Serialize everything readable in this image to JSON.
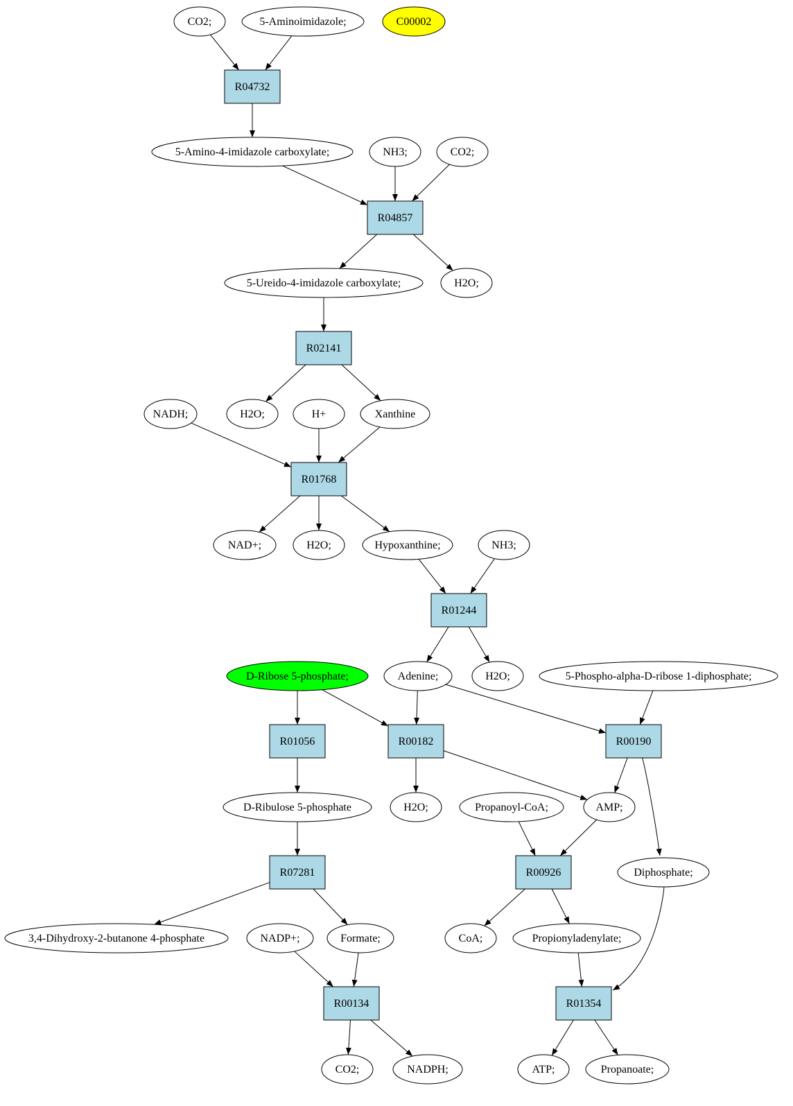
{
  "colors": {
    "reaction_fill": "#add8e6",
    "compound_fill": "#ffffff",
    "highlight_yellow": "#ffff00",
    "highlight_green": "#00ff00",
    "stroke": "#000000"
  },
  "nodes": [
    {
      "id": "co2_a",
      "type": "compound",
      "label": "CO2;"
    },
    {
      "id": "aminoimidazole",
      "type": "compound",
      "label": "5-Aminoimidazole;"
    },
    {
      "id": "c00002",
      "type": "compound",
      "label": "C00002",
      "highlight": "yellow"
    },
    {
      "id": "r04732",
      "type": "reaction",
      "label": "R04732"
    },
    {
      "id": "amino_carboxylate",
      "type": "compound",
      "label": "5-Amino-4-imidazole carboxylate;"
    },
    {
      "id": "nh3_a",
      "type": "compound",
      "label": "NH3;"
    },
    {
      "id": "co2_b",
      "type": "compound",
      "label": "CO2;"
    },
    {
      "id": "r04857",
      "type": "reaction",
      "label": "R04857"
    },
    {
      "id": "ureido_carboxylate",
      "type": "compound",
      "label": "5-Ureido-4-imidazole carboxylate;"
    },
    {
      "id": "h2o_a",
      "type": "compound",
      "label": "H2O;"
    },
    {
      "id": "r02141",
      "type": "reaction",
      "label": "R02141"
    },
    {
      "id": "nadh",
      "type": "compound",
      "label": "NADH;"
    },
    {
      "id": "h2o_b",
      "type": "compound",
      "label": "H2O;"
    },
    {
      "id": "hplus",
      "type": "compound",
      "label": "H+"
    },
    {
      "id": "xanthine",
      "type": "compound",
      "label": "Xanthine"
    },
    {
      "id": "r01768",
      "type": "reaction",
      "label": "R01768"
    },
    {
      "id": "nadplus",
      "type": "compound",
      "label": "NAD+;"
    },
    {
      "id": "h2o_c",
      "type": "compound",
      "label": "H2O;"
    },
    {
      "id": "hypoxanthine",
      "type": "compound",
      "label": "Hypoxanthine;"
    },
    {
      "id": "nh3_b",
      "type": "compound",
      "label": "NH3;"
    },
    {
      "id": "r01244",
      "type": "reaction",
      "label": "R01244"
    },
    {
      "id": "ribose5p",
      "type": "compound",
      "label": "D-Ribose 5-phosphate;",
      "highlight": "green"
    },
    {
      "id": "adenine",
      "type": "compound",
      "label": "Adenine;"
    },
    {
      "id": "h2o_d",
      "type": "compound",
      "label": "H2O;"
    },
    {
      "id": "prpp",
      "type": "compound",
      "label": "5-Phospho-alpha-D-ribose 1-diphosphate;"
    },
    {
      "id": "r01056",
      "type": "reaction",
      "label": "R01056"
    },
    {
      "id": "r00182",
      "type": "reaction",
      "label": "R00182"
    },
    {
      "id": "r00190",
      "type": "reaction",
      "label": "R00190"
    },
    {
      "id": "ribulose5p",
      "type": "compound",
      "label": "D-Ribulose 5-phosphate"
    },
    {
      "id": "h2o_e",
      "type": "compound",
      "label": "H2O;"
    },
    {
      "id": "propanoylcoa",
      "type": "compound",
      "label": "Propanoyl-CoA;"
    },
    {
      "id": "amp",
      "type": "compound",
      "label": "AMP;"
    },
    {
      "id": "r07281",
      "type": "reaction",
      "label": "R07281"
    },
    {
      "id": "r00926",
      "type": "reaction",
      "label": "R00926"
    },
    {
      "id": "diphosphate",
      "type": "compound",
      "label": "Diphosphate;"
    },
    {
      "id": "dihydroxybutanone",
      "type": "compound",
      "label": "3,4-Dihydroxy-2-butanone 4-phosphate"
    },
    {
      "id": "nadpplus",
      "type": "compound",
      "label": "NADP+;"
    },
    {
      "id": "formate",
      "type": "compound",
      "label": "Formate;"
    },
    {
      "id": "coa",
      "type": "compound",
      "label": "CoA;"
    },
    {
      "id": "propionyladenylate",
      "type": "compound",
      "label": "Propionyladenylate;"
    },
    {
      "id": "r00134",
      "type": "reaction",
      "label": "R00134"
    },
    {
      "id": "r01354",
      "type": "reaction",
      "label": "R01354"
    },
    {
      "id": "co2_c",
      "type": "compound",
      "label": "CO2;"
    },
    {
      "id": "nadph",
      "type": "compound",
      "label": "NADPH;"
    },
    {
      "id": "atp",
      "type": "compound",
      "label": "ATP;"
    },
    {
      "id": "propanoate",
      "type": "compound",
      "label": "Propanoate;"
    }
  ],
  "edges": [
    [
      "co2_a",
      "r04732"
    ],
    [
      "aminoimidazole",
      "r04732"
    ],
    [
      "r04732",
      "amino_carboxylate"
    ],
    [
      "amino_carboxylate",
      "r04857"
    ],
    [
      "nh3_a",
      "r04857"
    ],
    [
      "co2_b",
      "r04857"
    ],
    [
      "r04857",
      "ureido_carboxylate"
    ],
    [
      "r04857",
      "h2o_a"
    ],
    [
      "ureido_carboxylate",
      "r02141"
    ],
    [
      "r02141",
      "h2o_b"
    ],
    [
      "r02141",
      "xanthine"
    ],
    [
      "nadh",
      "r01768"
    ],
    [
      "hplus",
      "r01768"
    ],
    [
      "xanthine",
      "r01768"
    ],
    [
      "r01768",
      "nadplus"
    ],
    [
      "r01768",
      "h2o_c"
    ],
    [
      "r01768",
      "hypoxanthine"
    ],
    [
      "hypoxanthine",
      "r01244"
    ],
    [
      "nh3_b",
      "r01244"
    ],
    [
      "r01244",
      "adenine"
    ],
    [
      "r01244",
      "h2o_d"
    ],
    [
      "ribose5p",
      "r01056"
    ],
    [
      "ribose5p",
      "r00182"
    ],
    [
      "adenine",
      "r00182"
    ],
    [
      "adenine",
      "r00190"
    ],
    [
      "prpp",
      "r00190"
    ],
    [
      "r01056",
      "ribulose5p"
    ],
    [
      "r00182",
      "h2o_e"
    ],
    [
      "r00182",
      "amp"
    ],
    [
      "r00190",
      "amp"
    ],
    [
      "r00190",
      "diphosphate"
    ],
    [
      "ribulose5p",
      "r07281"
    ],
    [
      "propanoylcoa",
      "r00926"
    ],
    [
      "amp",
      "r00926"
    ],
    [
      "r07281",
      "dihydroxybutanone"
    ],
    [
      "r07281",
      "formate"
    ],
    [
      "r00926",
      "coa"
    ],
    [
      "r00926",
      "propionyladenylate"
    ],
    [
      "nadpplus",
      "r00134"
    ],
    [
      "formate",
      "r00134"
    ],
    [
      "propionyladenylate",
      "r01354"
    ],
    [
      "diphosphate",
      "r01354"
    ],
    [
      "r00134",
      "co2_c"
    ],
    [
      "r00134",
      "nadph"
    ],
    [
      "r01354",
      "atp"
    ],
    [
      "r01354",
      "propanoate"
    ]
  ]
}
